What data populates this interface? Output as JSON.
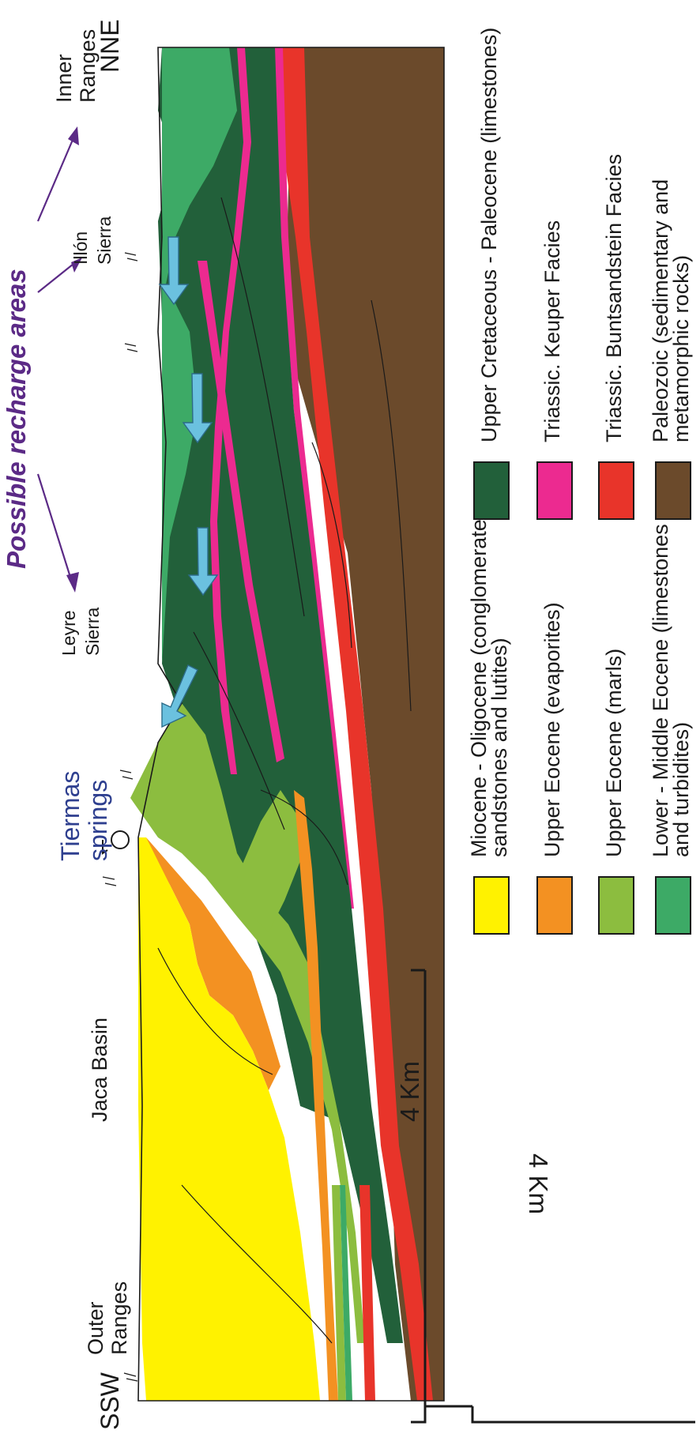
{
  "orientation": {
    "left_end": "SSW",
    "right_end": "NNE"
  },
  "places": {
    "outer_ranges": [
      "Outer",
      "Ranges"
    ],
    "jaca_basin": "Jaca Basin",
    "tiermas_springs": [
      "Tiermas",
      "springs"
    ],
    "leyre_sierra": [
      "Leyre",
      "Sierra"
    ],
    "illon_sierra": [
      "Illón",
      "Sierra"
    ],
    "inner_ranges": [
      "Inner",
      "Ranges"
    ]
  },
  "recharge": {
    "title": "Possible recharge areas",
    "color": "#5b2a86"
  },
  "scale": {
    "horizontal": "4 Km",
    "vertical": "4 Km"
  },
  "colors": {
    "miocene": "#fff200",
    "upper_eocene_evap": "#f39122",
    "upper_eocene_marls": "#8cbd3f",
    "lower_middle_eocene": "#3daa66",
    "upper_cretaceous": "#22603a",
    "keuper": "#ec2a90",
    "buntsandstein": "#e8342a",
    "paleozoic": "#6b4a2b",
    "flow_arrow": "#6bc1df",
    "spring_text": "#2e3f8f"
  },
  "legend": [
    {
      "label": [
        "Miocene - Oligocene (conglomerates,",
        "sandstones and lutites)"
      ],
      "color": "#fff200"
    },
    {
      "label": [
        "Upper Eocene (evaporites)"
      ],
      "color": "#f39122"
    },
    {
      "label": [
        "Upper Eocene (marls)"
      ],
      "color": "#8cbd3f"
    },
    {
      "label": [
        "Lower - Middle Eocene (limestones",
        "and turbidites)"
      ],
      "color": "#3daa66"
    },
    {
      "label": [
        "Upper Cretaceous - Paleocene (limestones)"
      ],
      "color": "#22603a"
    },
    {
      "label": [
        "Triassic. Keuper Facies"
      ],
      "color": "#ec2a90"
    },
    {
      "label": [
        "Triassic. Buntsandstein Facies"
      ],
      "color": "#e8342a"
    },
    {
      "label": [
        "Paleozoic (sedimentary and",
        "metamorphic rocks)"
      ],
      "color": "#6b4a2b"
    }
  ]
}
